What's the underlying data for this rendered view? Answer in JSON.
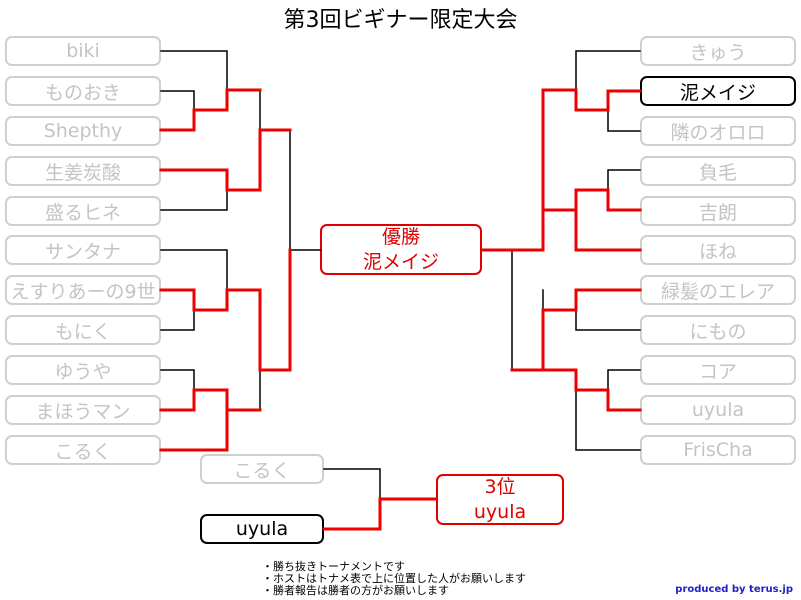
{
  "title": "第3回ビギナー限定大会",
  "left_entries": [
    "biki",
    "ものおき",
    "Shepthy",
    "生姜炭酸",
    "盛るヒネ",
    "サンタナ",
    "えすりあーの9世",
    "もにく",
    "ゆうや",
    "まほうマン",
    "こるく"
  ],
  "right_entries": [
    "きゅう",
    "泥メイジ",
    "隣のオロロ",
    "負毛",
    "吉朗",
    "ほね",
    "緑髪のエレア",
    "にもの",
    "コア",
    "uyula",
    "FrisCha"
  ],
  "third_place_entries": [
    "こるく",
    "uyula"
  ],
  "highlighted": [
    "泥メイジ",
    "uyula"
  ],
  "winner": {
    "label": "優勝",
    "name": "泥メイジ"
  },
  "third": {
    "label": "3位",
    "name": "uyula"
  },
  "notes": [
    "・勝ち抜きトーナメントです",
    "・ホストはトナメ表で上に位置した人がお願いします",
    "・勝者報告は勝者の方がお願いします"
  ],
  "credit": "produced by terus.jp",
  "colors": {
    "win_line": "#ee0000",
    "line": "#000000",
    "inactive": "#c4c4c4"
  }
}
